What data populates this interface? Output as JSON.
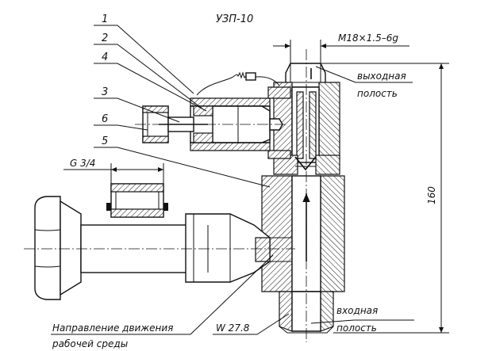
{
  "callouts": [
    "1",
    "2",
    "4",
    "3",
    "6",
    "5"
  ],
  "labels": {
    "device_name": "УЗП-10",
    "thread": "M18×1.5–6g",
    "output_cavity": [
      "выходная",
      "полость"
    ],
    "input_cavity": [
      "входная",
      "полость"
    ],
    "inlet_thread": "G 3/4",
    "wrench_size": "W 27.8",
    "flow_direction": [
      "Направление движения",
      "рабочей среды"
    ],
    "height": "160"
  }
}
